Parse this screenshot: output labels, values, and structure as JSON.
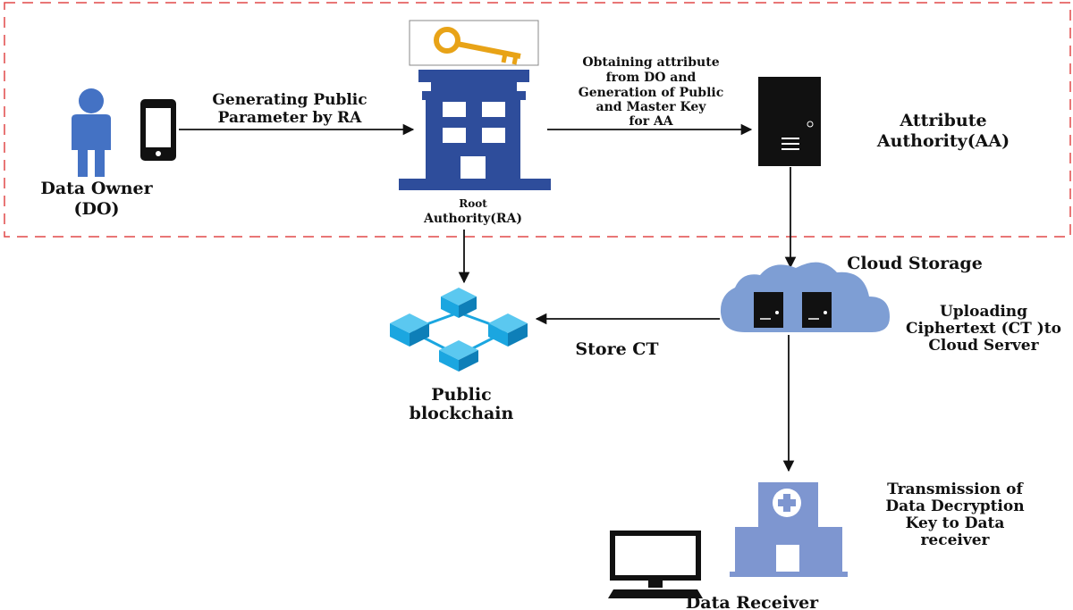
{
  "colors": {
    "accent_blue": "#4472C4",
    "building_blue": "#2E4D9B",
    "cloud_blue": "#7E9ED4",
    "hospital_blue": "#7E96D0",
    "block_cyan": "#1BA6E0",
    "key_gold": "#E8A317",
    "dashed_border": "#E04848",
    "arrow": "#111111"
  },
  "icons": {
    "data_owner": "person-icon",
    "phone": "smartphone-icon",
    "key": "key-icon",
    "root_authority": "building-icon",
    "attribute_authority": "server-tower-icon",
    "cloud": "cloud-server-icon",
    "blockchain": "blockchain-cubes-icon",
    "receiver_computer": "desktop-computer-icon",
    "receiver_hospital": "hospital-icon"
  },
  "nodes": {
    "data_owner": {
      "line1": "Data Owner",
      "line2": "(DO)"
    },
    "root_authority": {
      "line1": "Root",
      "line2": "Authority(RA)"
    },
    "attribute_authority": {
      "line1": "Attribute",
      "line2": "Authority(AA)"
    },
    "cloud_storage": {
      "title": "Cloud Storage"
    },
    "public_blockchain": {
      "line1": "Public",
      "line2": "blockchain"
    },
    "data_receiver": {
      "title": "Data Receiver"
    }
  },
  "edges": {
    "do_to_ra": {
      "line1": "Generating Public",
      "line2": "Parameter by RA"
    },
    "ra_to_aa": {
      "line1": "Obtaining attribute",
      "line2": "from DO and",
      "line3": "Generation of Public",
      "line4": "and Master Key",
      "line5": "for  AA"
    },
    "aa_to_cloud": {
      "line1": "Uploading",
      "line2": "Ciphertext (CT )to",
      "line3": "Cloud Server"
    },
    "cloud_to_blockchain": {
      "label": "Store CT"
    },
    "cloud_to_receiver": {
      "line1": "Transmission of",
      "line2": "Data Decryption",
      "line3": "Key to Data",
      "line4": "receiver"
    }
  }
}
